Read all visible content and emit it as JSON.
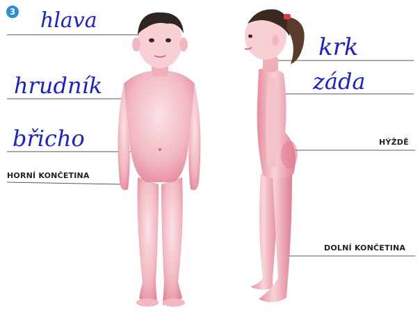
{
  "exercise": {
    "number": "3"
  },
  "printed_labels": {
    "upper_limb": "HORNÍ KONČETINA",
    "buttocks": "HÝŽDĚ",
    "lower_limb": "DOLNÍ KONČETINA"
  },
  "handwritten_labels": {
    "head": "hlava",
    "chest": "hrudník",
    "belly": "břicho",
    "neck": "krk",
    "back": "záda"
  },
  "colors": {
    "badge": "#2a8fd6",
    "ink": "#1a1fcf",
    "skin": "#f2b8c2",
    "skin_shadow": "#e27f93",
    "hair": "#3a2a22",
    "line": "#555555"
  }
}
